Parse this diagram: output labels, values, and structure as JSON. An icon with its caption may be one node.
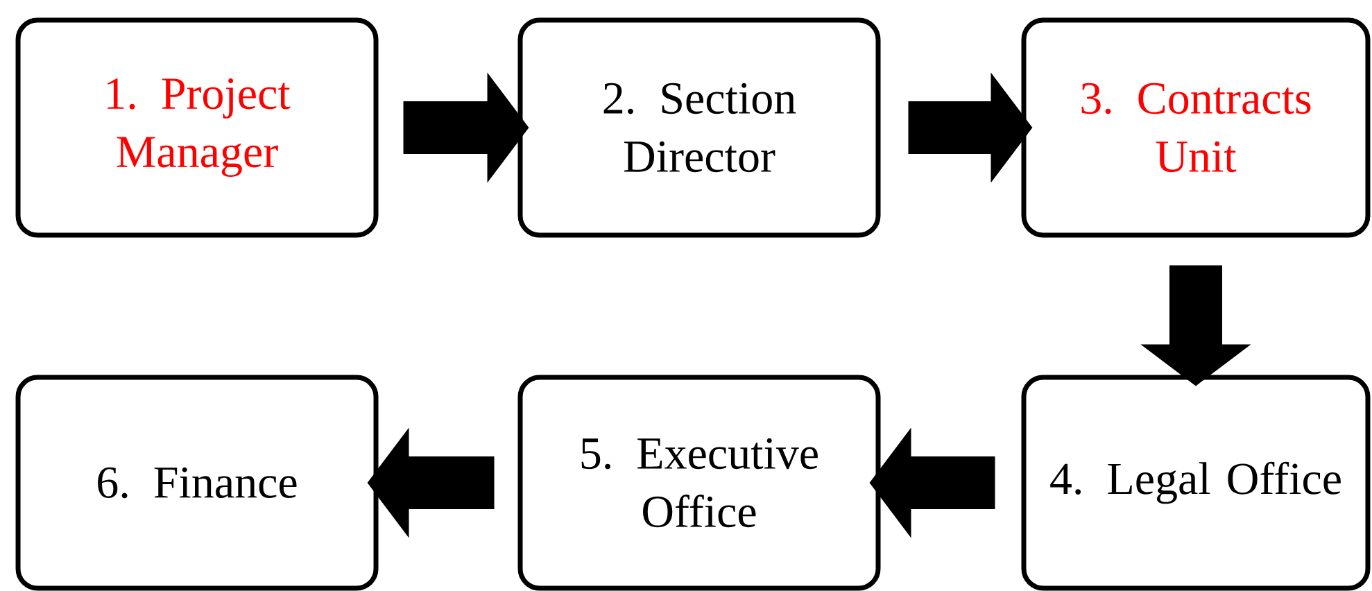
{
  "diagram": {
    "nodes": [
      {
        "text": [
          "1. Project Manager"
        ]
      },
      {
        "text": [
          "2. Section Director"
        ]
      },
      {
        "text": [
          "3. Contracts Unit"
        ]
      },
      {
        "text": [
          "4. Legal Office"
        ]
      },
      {
        "text": [
          "5. Executive Office"
        ]
      },
      {
        "text": [
          "6. Finance"
        ]
      }
    ],
    "edges": [
      {
        "from": 0,
        "to": 1,
        "arrow": "to"
      },
      {
        "from": 1,
        "to": 2,
        "arrow": "to"
      },
      {
        "from": 2,
        "to": 3,
        "arrow": "to"
      },
      {
        "from": 3,
        "to": 4,
        "arrow": "to"
      },
      {
        "from": 4,
        "to": 5,
        "arrow": "to"
      }
    ]
  }
}
